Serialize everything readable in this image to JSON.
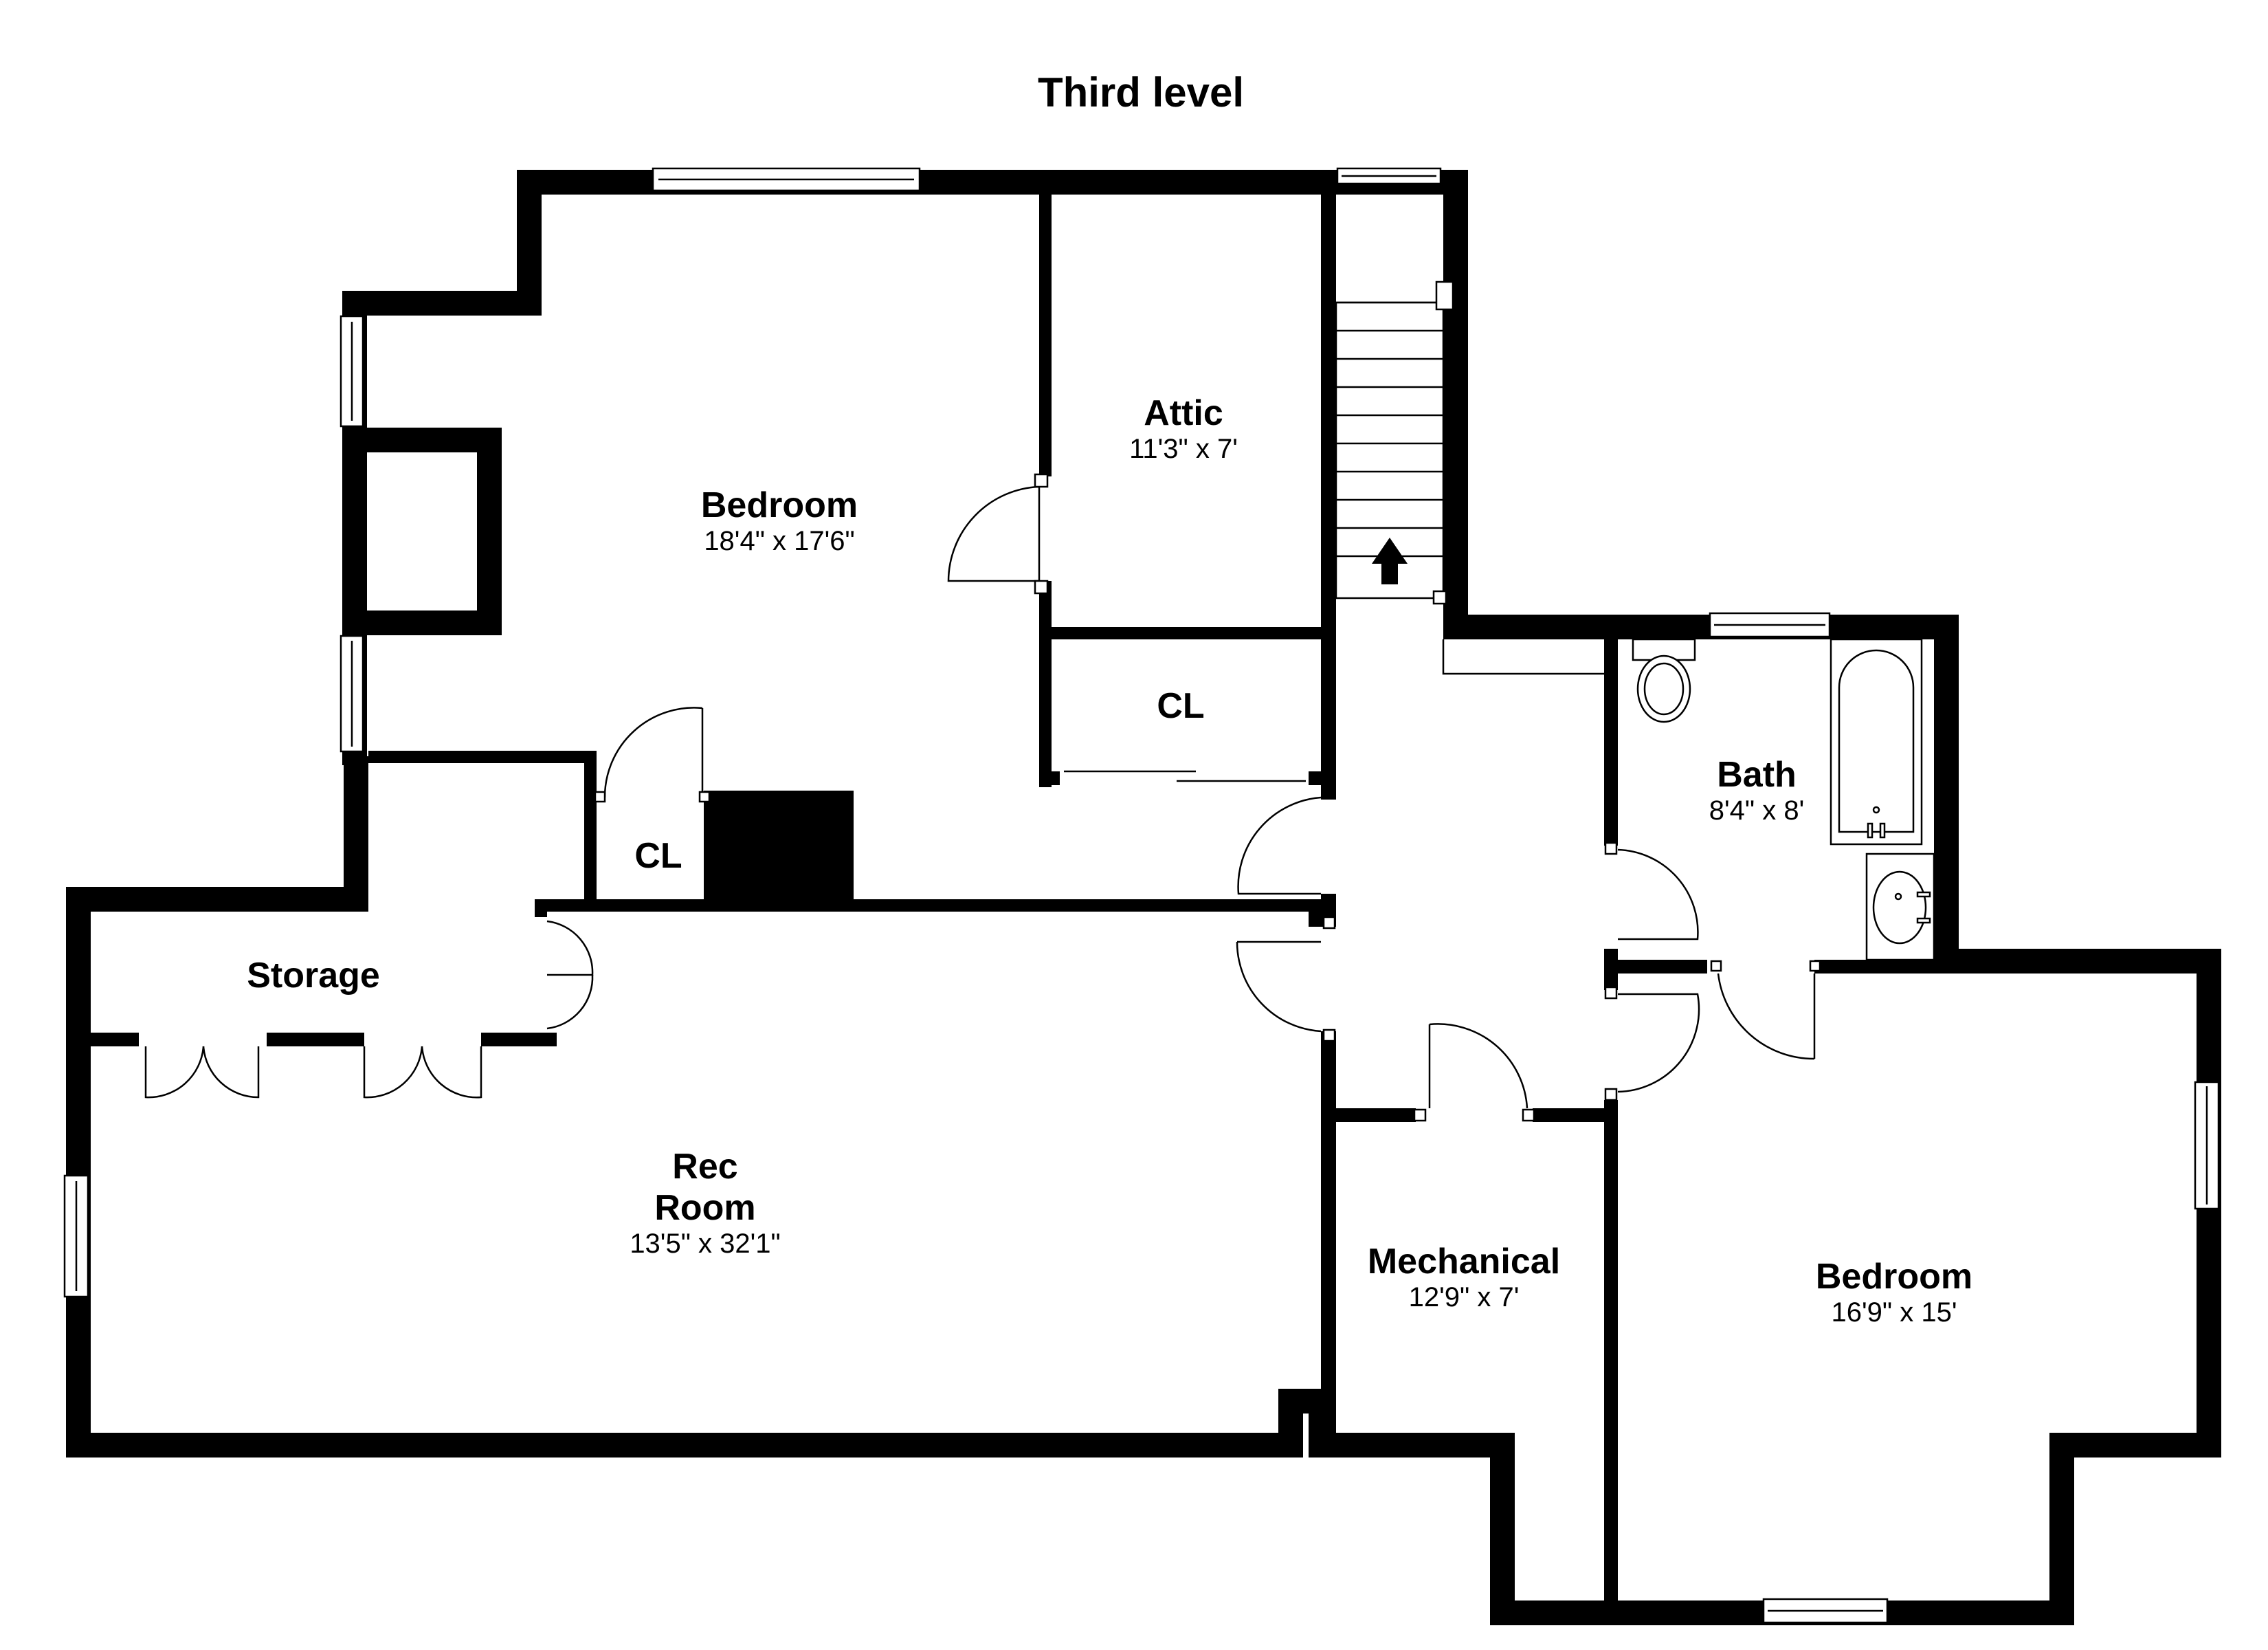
{
  "title": "Third level",
  "rooms": {
    "bedroom_main": {
      "name": "Bedroom",
      "dims": "18'4\" x 17'6\""
    },
    "attic": {
      "name": "Attic",
      "dims": "11'3\" x 7'"
    },
    "closet_attic": {
      "name": "CL"
    },
    "closet_bedroom": {
      "name": "CL"
    },
    "storage": {
      "name": "Storage"
    },
    "rec_room": {
      "name_line1": "Rec",
      "name_line2": "Room",
      "dims": "13'5\" x 32'1\""
    },
    "bath": {
      "name": "Bath",
      "dims": "8'4\" x 8'"
    },
    "mechanical": {
      "name": "Mechanical",
      "dims": "12'9\" x 7'"
    },
    "bedroom_second": {
      "name": "Bedroom",
      "dims": "16'9\" x 15'"
    }
  },
  "icons": {
    "stair_arrow": "up-arrow-icon"
  },
  "colors": {
    "wall": "#000000",
    "background": "#ffffff"
  }
}
